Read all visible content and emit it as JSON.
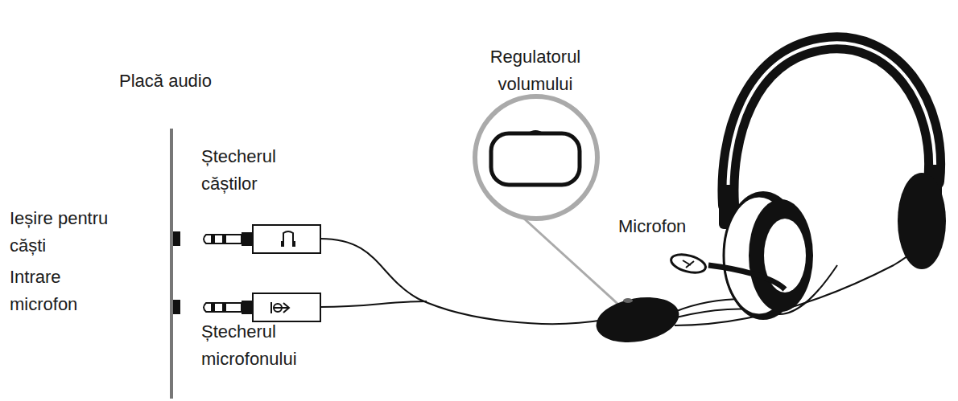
{
  "diagram": {
    "labels": [
      "Placă audio",
      "Ieșire pentru căști",
      "Intrare microfon",
      "Ștecherul căștilor",
      "Ștecherul microfonului",
      "Regulatorul volumului",
      "Microfon"
    ]
  }
}
